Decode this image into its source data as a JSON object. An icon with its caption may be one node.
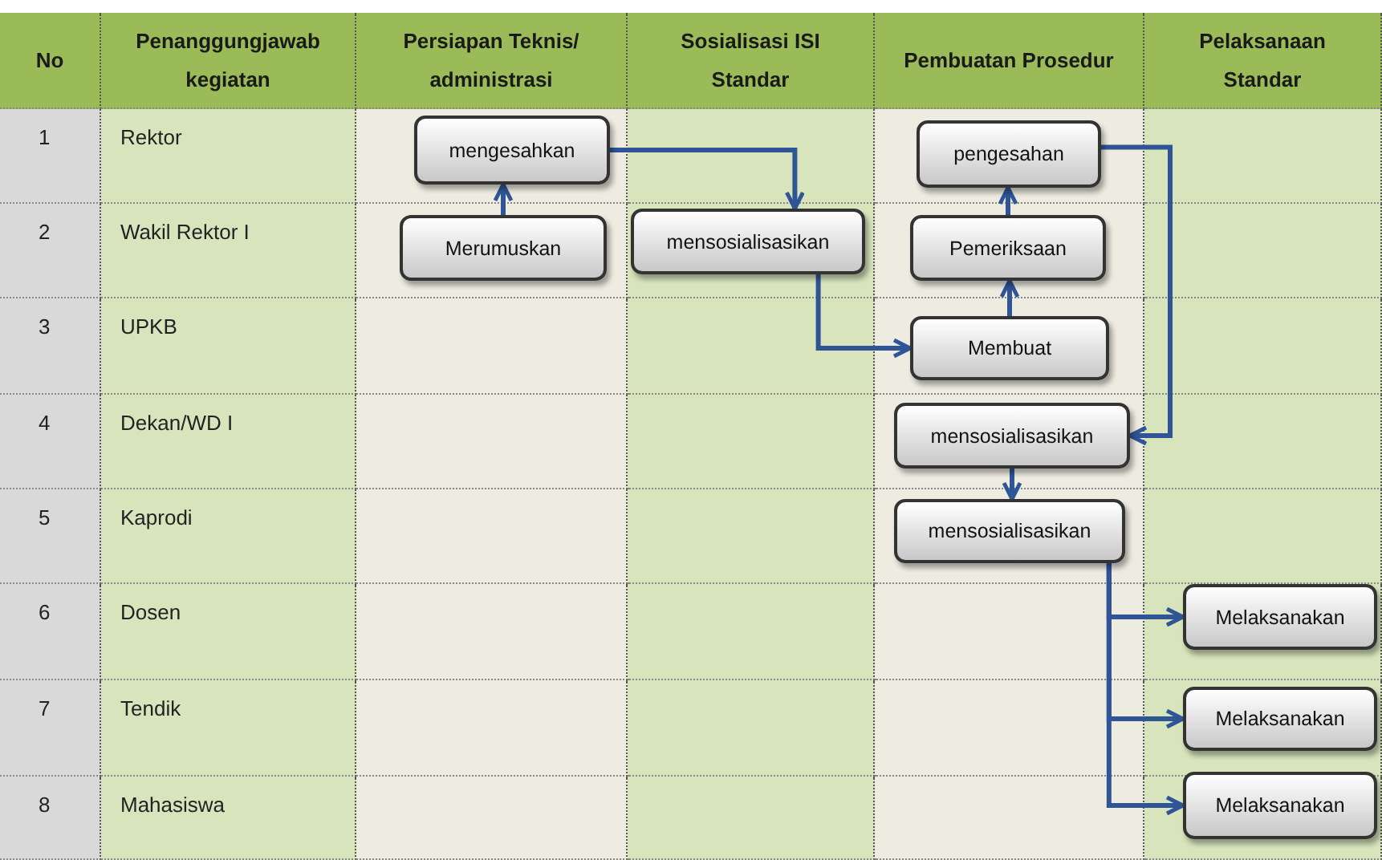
{
  "diagram": {
    "nodes": [
      {
        "text": [
          "mengesahkan"
        ]
      },
      {
        "text": [
          "Merumuskan"
        ]
      },
      {
        "text": [
          "mensosialisasikan"
        ]
      },
      {
        "text": [
          "pengesahan"
        ]
      },
      {
        "text": [
          "Pemeriksaan"
        ]
      },
      {
        "text": [
          "Membuat"
        ]
      },
      {
        "text": [
          "mensosialisasikan"
        ]
      },
      {
        "text": [
          "mensosialisasikan"
        ]
      },
      {
        "text": [
          "Melaksanakan"
        ]
      },
      {
        "text": [
          "Melaksanakan"
        ]
      },
      {
        "text": [
          "Melaksanakan"
        ]
      }
    ],
    "edges": [
      {
        "from": 1,
        "to": 0,
        "arrow": "to"
      },
      {
        "from": 0,
        "to": 2,
        "arrow": "to"
      },
      {
        "from": 2,
        "to": 5,
        "arrow": "to"
      },
      {
        "from": 5,
        "to": 4,
        "arrow": "to"
      },
      {
        "from": 4,
        "to": 3,
        "arrow": "to"
      },
      {
        "from": 3,
        "to": 6,
        "arrow": "to"
      },
      {
        "from": 6,
        "to": 7,
        "arrow": "to"
      },
      {
        "from": 7,
        "to": 8,
        "arrow": "to"
      },
      {
        "from": 7,
        "to": 9,
        "arrow": "to"
      },
      {
        "from": 7,
        "to": 10,
        "arrow": "to"
      }
    ],
    "labels": [
      "No",
      "Penanggungjawab kegiatan",
      "Persiapan Teknis/ administrasi",
      "Sosialisasi ISI Standar",
      "Pembuatan Prosedur",
      "Pelaksanaan Standar",
      "1",
      "Rektor",
      "2",
      "Wakil Rektor I",
      "3",
      "UPKB",
      "4",
      "Dekan/WD I",
      "5",
      "Kaprodi",
      "6",
      "Dosen",
      "7",
      "Tendik",
      "8",
      "Mahasiswa"
    ]
  }
}
